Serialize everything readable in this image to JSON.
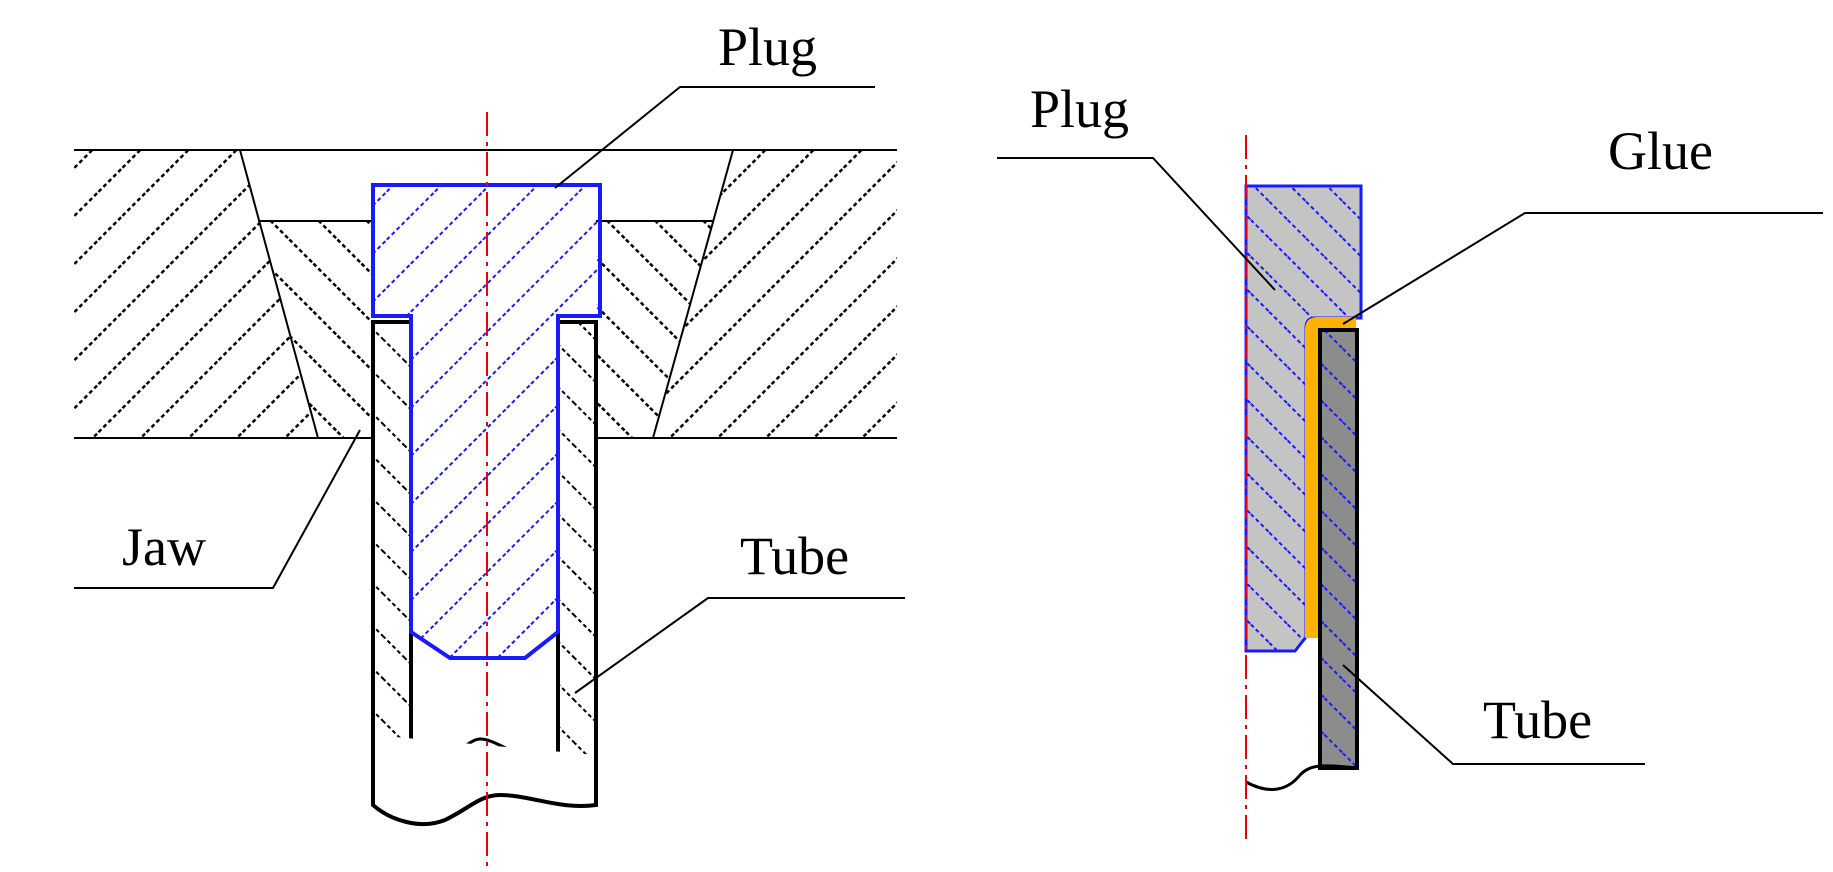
{
  "diagrams": [
    {
      "labels": {
        "plug": "Plug",
        "jaw": "Jaw",
        "tube": "Tube"
      }
    },
    {
      "labels": {
        "plug": "Plug",
        "glue": "Glue",
        "tube": "Tube"
      }
    }
  ],
  "colors": {
    "plug_outline": "#1a1aff",
    "plug_hatch": "#1a1aff",
    "jaw_hatch": "#000000",
    "centerline": "#e8000b",
    "glue": "#ffb300",
    "plug_fill_right": "#c4c4c4",
    "tube_fill_right": "#8c8c8c"
  }
}
